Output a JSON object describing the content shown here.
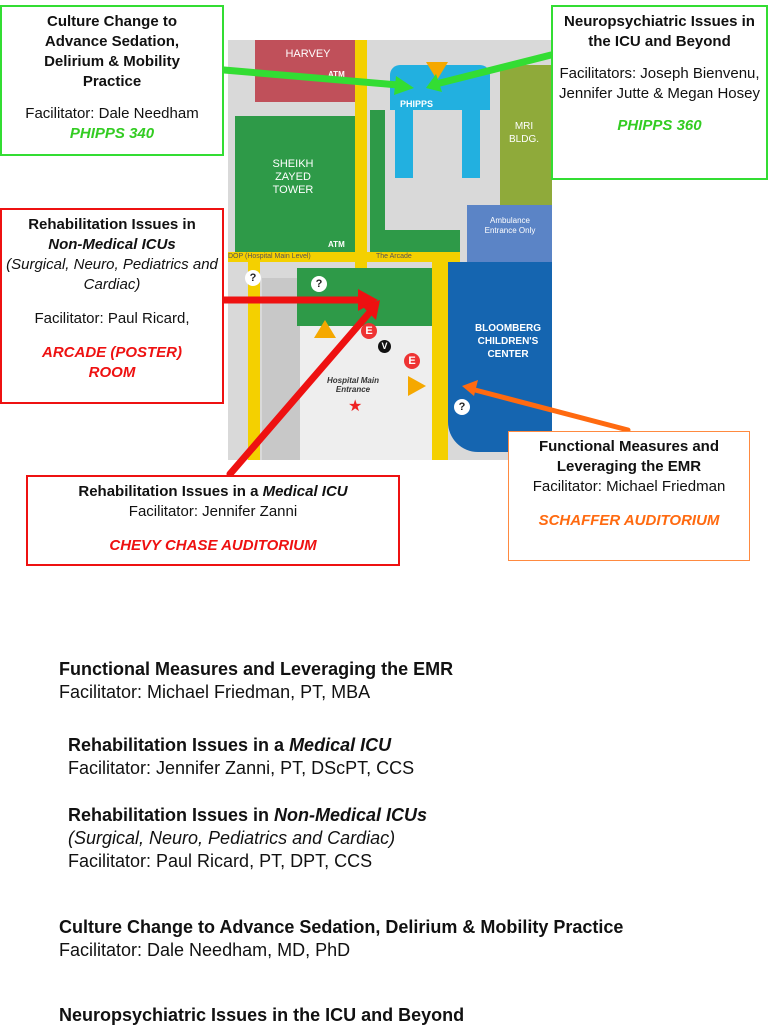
{
  "map": {
    "labels": {
      "harvey": "HARVEY",
      "sheikh": "SHEIKH ZAYED TOWER",
      "phipps": "PHIPPS",
      "mri": "MRI BLDG.",
      "ambulance": "Ambulance Entrance Only",
      "level": "DOP (Hospital Main Level)",
      "arcade": "The Arcade",
      "bloomberg": "BLOOMBERG CHILDREN'S CENTER",
      "main_entrance": "Hospital Main Entrance",
      "atm": "ATM"
    },
    "colors": {
      "green_callout": "#33dd33",
      "red_callout": "#ee1111",
      "orange_callout": "#ff6a10"
    }
  },
  "callouts": {
    "culture": {
      "title": "Culture Change to Advance Sedation, Delirium & Mobility Practice",
      "facilitator": "Facilitator: Dale Needham",
      "room": "PHIPPS 340"
    },
    "neuro": {
      "title": "Neuropsychiatric Issues in the ICU and Beyond",
      "facilitator": "Facilitators: Joseph Bienvenu, Jennifer Jutte & Megan Hosey",
      "room": "PHIPPS 360"
    },
    "rehab_non": {
      "title_a": "Rehabilitation Issues in",
      "title_b": "Non-Medical ICUs",
      "sub": "(Surgical, Neuro, Pediatrics and Cardiac)",
      "facilitator": "Facilitator: Paul Ricard,",
      "room": "ARCADE (POSTER) ROOM"
    },
    "rehab_med": {
      "title_a": "Rehabilitation Issues in a",
      "title_b": "Medical ICU",
      "facilitator": "Facilitator: Jennifer Zanni",
      "room": "CHEVY CHASE AUDITORIUM"
    },
    "functional": {
      "title": "Functional Measures and Leveraging the EMR",
      "facilitator": "Facilitator: Michael Friedman",
      "room": "SCHAFFER AUDITORIUM"
    }
  },
  "sessions": [
    {
      "title": "Functional Measures and Leveraging the EMR",
      "facilitator": "Facilitator: Michael Friedman, PT, MBA"
    },
    {
      "title_a": "Rehabilitation Issues in a ",
      "title_b": "Medical ICU",
      "facilitator": "Facilitator: Jennifer Zanni, PT, DScPT, CCS"
    },
    {
      "title_a": "Rehabilitation Issues in ",
      "title_b": "Non-Medical ICUs",
      "sub": "(Surgical, Neuro, Pediatrics and Cardiac)",
      "facilitator": "Facilitator: Paul Ricard, PT, DPT, CCS"
    },
    {
      "title": "Culture Change to Advance Sedation, Delirium & Mobility Practice",
      "facilitator": "Facilitator: Dale Needham, MD, PhD"
    },
    {
      "title": "Neuropsychiatric Issues in the ICU and Beyond"
    }
  ]
}
